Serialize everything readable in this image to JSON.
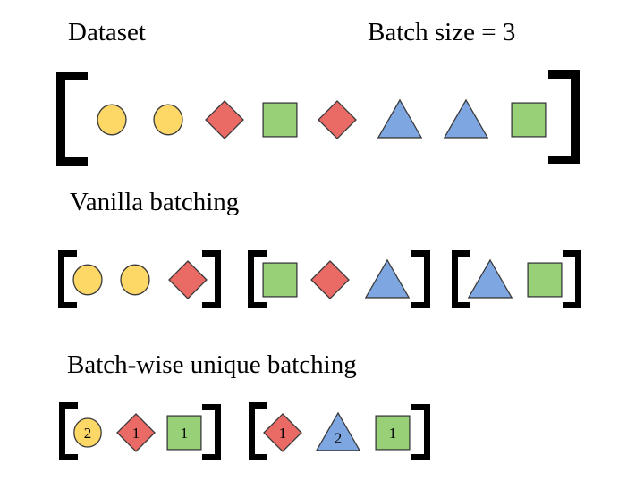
{
  "labels": {
    "dataset": "Dataset",
    "batch_size": "Batch size = 3",
    "vanilla": "Vanilla batching",
    "unique": "Batch-wise unique batching"
  },
  "colors": {
    "circle": "#FDD866",
    "diamond": "#EA6B66",
    "square": "#97D077",
    "triangle": "#7EA6E0",
    "stroke": "#3a3a3a",
    "bracket": "#000000"
  },
  "dataset": {
    "items": [
      "circle",
      "circle",
      "diamond",
      "square",
      "diamond",
      "triangle",
      "triangle",
      "square"
    ]
  },
  "vanilla_batching": {
    "batches": [
      {
        "items": [
          {
            "shape": "circle"
          },
          {
            "shape": "circle"
          },
          {
            "shape": "diamond"
          }
        ]
      },
      {
        "items": [
          {
            "shape": "square"
          },
          {
            "shape": "diamond"
          },
          {
            "shape": "triangle"
          }
        ]
      },
      {
        "items": [
          {
            "shape": "triangle"
          },
          {
            "shape": "square"
          }
        ]
      }
    ]
  },
  "unique_batching": {
    "batches": [
      {
        "items": [
          {
            "shape": "circle",
            "count": "2"
          },
          {
            "shape": "diamond",
            "count": "1"
          },
          {
            "shape": "square",
            "count": "1"
          }
        ]
      },
      {
        "items": [
          {
            "shape": "diamond",
            "count": "1"
          },
          {
            "shape": "triangle",
            "count": "2"
          },
          {
            "shape": "square",
            "count": "1"
          }
        ]
      }
    ]
  }
}
